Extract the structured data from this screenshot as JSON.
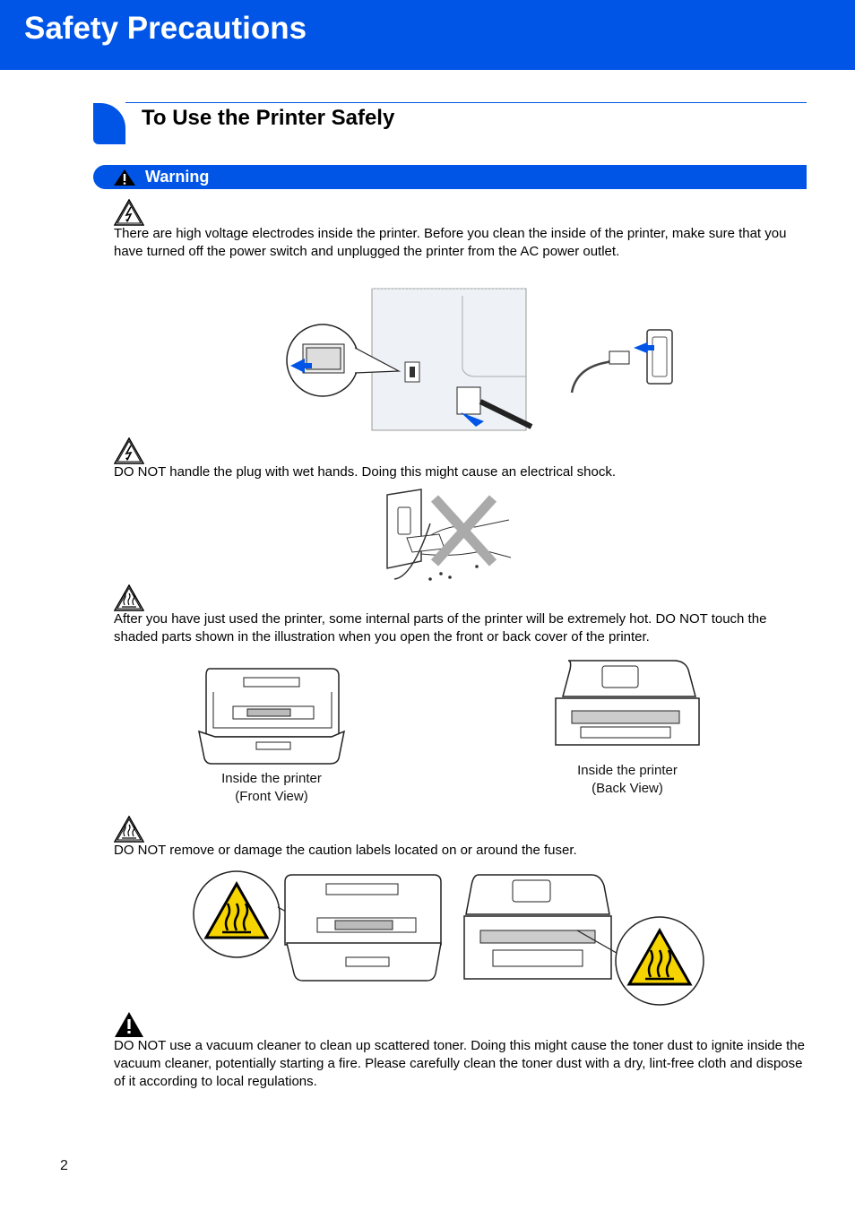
{
  "header": {
    "title": "Safety Precautions"
  },
  "section": {
    "title": "To Use the Printer Safely"
  },
  "warning_bar": {
    "label": "Warning"
  },
  "items": [
    {
      "icon": "electrical-shock-icon",
      "text": "There are high voltage electrodes inside the printer. Before you clean the inside of the printer, make sure that you have turned off the power switch and unplugged the printer from the AC power outlet."
    },
    {
      "icon": "electrical-shock-icon",
      "text": "DO NOT handle the plug with wet hands. Doing this might cause an electrical shock."
    },
    {
      "icon": "hot-surface-icon",
      "text": "After you have just used the printer, some internal parts of the printer will be extremely hot. DO NOT touch the shaded parts shown in the illustration when you open the front or back cover of the printer."
    },
    {
      "icon": "hot-surface-icon",
      "text": "DO NOT remove or damage the caution labels located on or around the fuser."
    },
    {
      "icon": "warning-icon",
      "text": "DO NOT use a vacuum cleaner to clean up scattered toner. Doing this might cause the toner dust to ignite inside the vacuum cleaner, potentially starting a fire. Please carefully clean the toner dust with a dry, lint-free cloth and dispose of it according to local regulations."
    }
  ],
  "captions": {
    "front_line1": "Inside the printer",
    "front_line2": "(Front View)",
    "back_line1": "Inside the printer",
    "back_line2": "(Back View)"
  },
  "footer": {
    "page_number": "2"
  },
  "colors": {
    "brand_blue": "#0055e6",
    "caution_yellow": "#f5d400"
  }
}
